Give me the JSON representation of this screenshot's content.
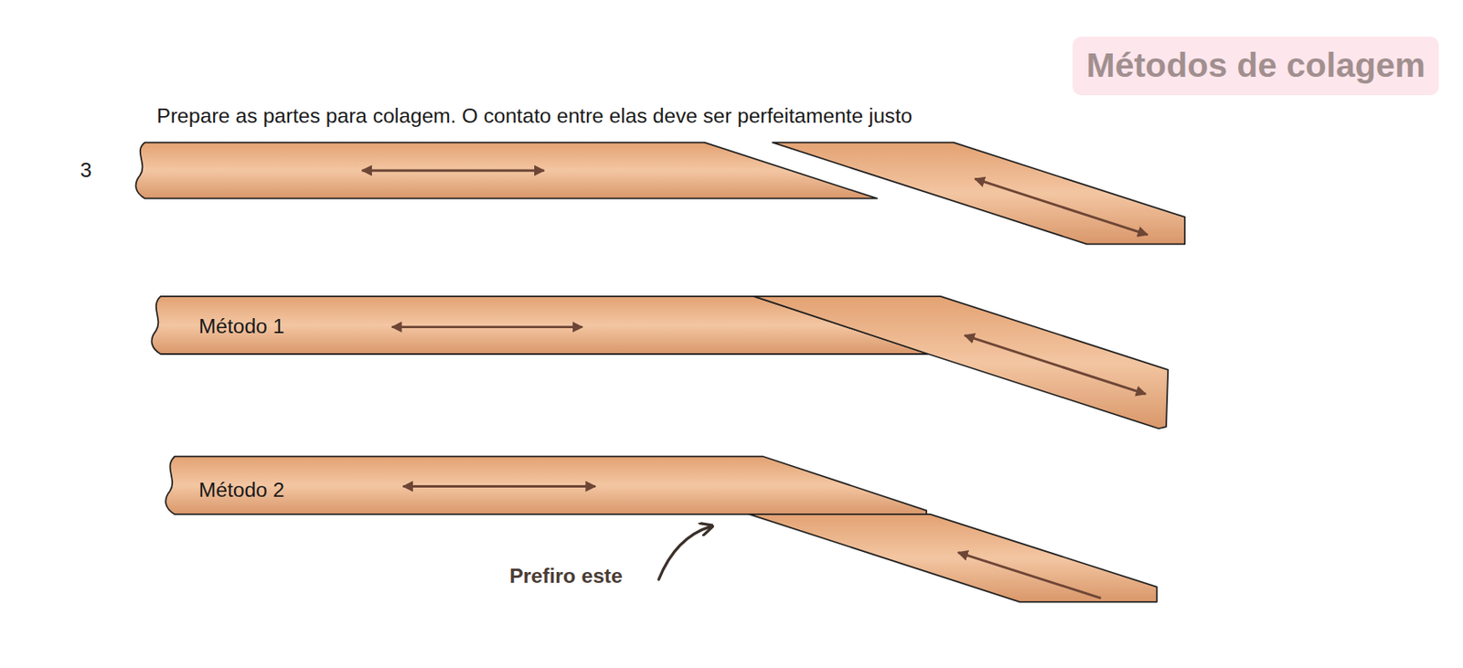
{
  "diagram": {
    "title": "Métodos de colagem",
    "labels": [
      "Prepare as partes para colagem. O contato entre elas deve ser perfeitamente justo",
      "3",
      "Método 1",
      "Método 2",
      "Prefiro este"
    ]
  }
}
